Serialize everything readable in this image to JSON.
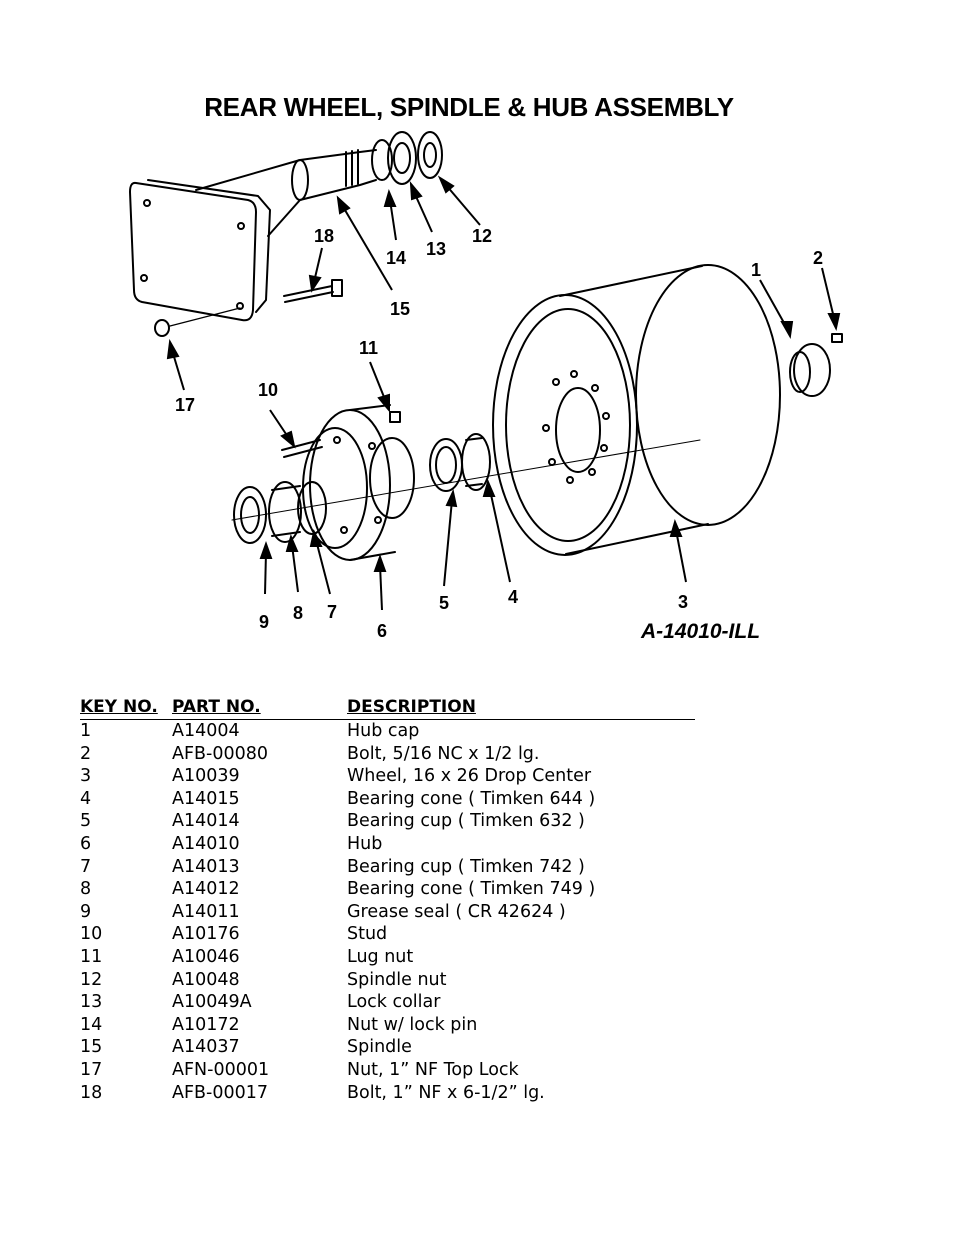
{
  "title": "REAR WHEEL, SPINDLE & HUB ASSEMBLY",
  "drawing_id": "A-14010-ILL",
  "callouts": [
    "1",
    "2",
    "3",
    "4",
    "5",
    "6",
    "7",
    "8",
    "9",
    "10",
    "11",
    "12",
    "13",
    "14",
    "15",
    "17",
    "18"
  ],
  "table": {
    "headers": {
      "key": "KEY NO.",
      "part": "PART NO.",
      "desc": "DESCRIPTION"
    },
    "rows": [
      {
        "key": "1",
        "part": "A14004",
        "desc": "Hub cap"
      },
      {
        "key": "2",
        "part": "AFB-00080",
        "desc": "Bolt, 5/16 NC x 1/2 lg."
      },
      {
        "key": "3",
        "part": "A10039",
        "desc": "Wheel, 16 x 26 Drop Center"
      },
      {
        "key": "4",
        "part": "A14015",
        "desc": "Bearing cone ( Timken 644 )"
      },
      {
        "key": "5",
        "part": "A14014",
        "desc": "Bearing cup ( Timken 632 )"
      },
      {
        "key": "6",
        "part": "A14010",
        "desc": "Hub"
      },
      {
        "key": "7",
        "part": "A14013",
        "desc": "Bearing cup ( Timken 742 )"
      },
      {
        "key": "8",
        "part": "A14012",
        "desc": "Bearing cone ( Timken 749 )"
      },
      {
        "key": "9",
        "part": "A14011",
        "desc": "Grease seal ( CR 42624 )"
      },
      {
        "key": "10",
        "part": "A10176",
        "desc": "Stud"
      },
      {
        "key": "11",
        "part": "A10046",
        "desc": "Lug nut"
      },
      {
        "key": "12",
        "part": "A10048",
        "desc": "Spindle nut"
      },
      {
        "key": "13",
        "part": "A10049A",
        "desc": "Lock collar"
      },
      {
        "key": "14",
        "part": "A10172",
        "desc": "Nut w/ lock pin"
      },
      {
        "key": "15",
        "part": "A14037",
        "desc": "Spindle"
      },
      {
        "key": "17",
        "part": "AFN-00001",
        "desc": "Nut, 1” NF Top Lock"
      },
      {
        "key": "18",
        "part": "AFB-00017",
        "desc": "Bolt, 1” NF x 6-1/2” lg."
      }
    ]
  }
}
